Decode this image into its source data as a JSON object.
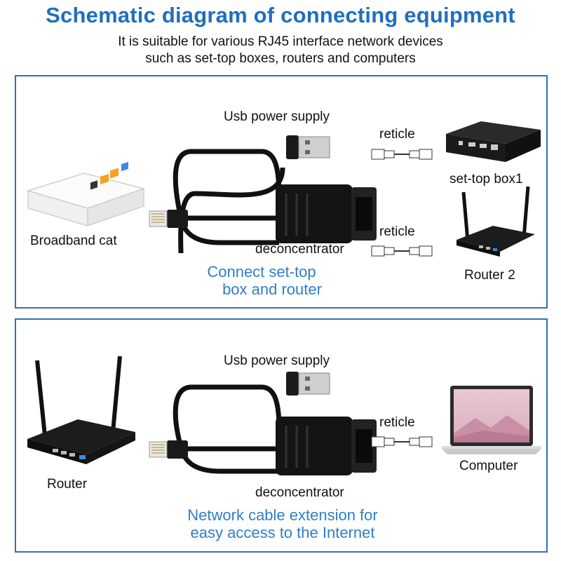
{
  "header": {
    "title": "Schematic diagram of connecting equipment",
    "subtitle_line1": "It is suitable for various RJ45 interface network devices",
    "subtitle_line2": "such as set-top boxes, routers and computers"
  },
  "panel1": {
    "usb_label": "Usb power supply",
    "reticle_top": "reticle",
    "reticle_bottom": "reticle",
    "settop_label": "set-top box1",
    "broadband_label": "Broadband cat",
    "router2_label": "Router 2",
    "splitter_label": "deconcentrator",
    "caption_line1": "Connect  set-top",
    "caption_line2": "box and router"
  },
  "panel2": {
    "usb_label": "Usb power supply",
    "reticle": "reticle",
    "router_label": "Router",
    "computer_label": "Computer",
    "splitter_label": "deconcentrator",
    "caption_line1": "Network cable extension for",
    "caption_line2": "easy access to the Internet"
  },
  "colors": {
    "title": "#1f6fbd",
    "caption": "#2f7fc8",
    "border": "#2f6fbd"
  }
}
